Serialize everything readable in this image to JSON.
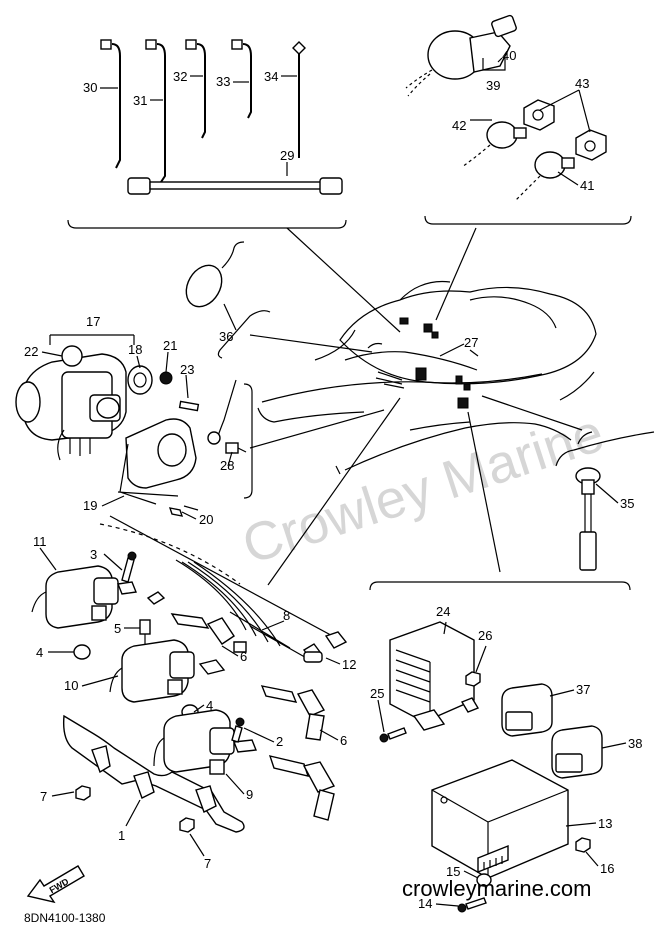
{
  "diagram": {
    "callouts": [
      {
        "id": "30",
        "label": "30"
      },
      {
        "id": "31",
        "label": "31"
      },
      {
        "id": "32",
        "label": "32"
      },
      {
        "id": "33",
        "label": "33"
      },
      {
        "id": "34",
        "label": "34"
      },
      {
        "id": "29",
        "label": "29"
      },
      {
        "id": "40",
        "label": "40"
      },
      {
        "id": "39",
        "label": "39"
      },
      {
        "id": "43",
        "label": "43"
      },
      {
        "id": "42",
        "label": "42"
      },
      {
        "id": "41",
        "label": "41"
      },
      {
        "id": "36",
        "label": "36"
      },
      {
        "id": "27",
        "label": "27"
      },
      {
        "id": "17",
        "label": "17"
      },
      {
        "id": "22",
        "label": "22"
      },
      {
        "id": "18",
        "label": "18"
      },
      {
        "id": "21",
        "label": "21"
      },
      {
        "id": "23",
        "label": "23"
      },
      {
        "id": "28",
        "label": "28"
      },
      {
        "id": "19",
        "label": "19"
      },
      {
        "id": "20",
        "label": "20"
      },
      {
        "id": "35",
        "label": "35"
      },
      {
        "id": "11",
        "label": "11"
      },
      {
        "id": "3",
        "label": "3"
      },
      {
        "id": "8",
        "label": "8"
      },
      {
        "id": "5",
        "label": "5"
      },
      {
        "id": "4a",
        "label": "4"
      },
      {
        "id": "6a",
        "label": "6"
      },
      {
        "id": "12",
        "label": "12"
      },
      {
        "id": "10",
        "label": "10"
      },
      {
        "id": "4b",
        "label": "4"
      },
      {
        "id": "2",
        "label": "2"
      },
      {
        "id": "6b",
        "label": "6"
      },
      {
        "id": "7a",
        "label": "7"
      },
      {
        "id": "9",
        "label": "9"
      },
      {
        "id": "1",
        "label": "1"
      },
      {
        "id": "7b",
        "label": "7"
      },
      {
        "id": "24",
        "label": "24"
      },
      {
        "id": "26",
        "label": "26"
      },
      {
        "id": "25",
        "label": "25"
      },
      {
        "id": "37",
        "label": "37"
      },
      {
        "id": "38",
        "label": "38"
      },
      {
        "id": "13",
        "label": "13"
      },
      {
        "id": "16",
        "label": "16"
      },
      {
        "id": "15",
        "label": "15"
      },
      {
        "id": "14",
        "label": "14"
      }
    ],
    "fwd_badge": "FWD",
    "watermark": "Crowley Marine",
    "site_url": "crowleymarine.com",
    "drawing_code": "8DN4100-1380"
  }
}
